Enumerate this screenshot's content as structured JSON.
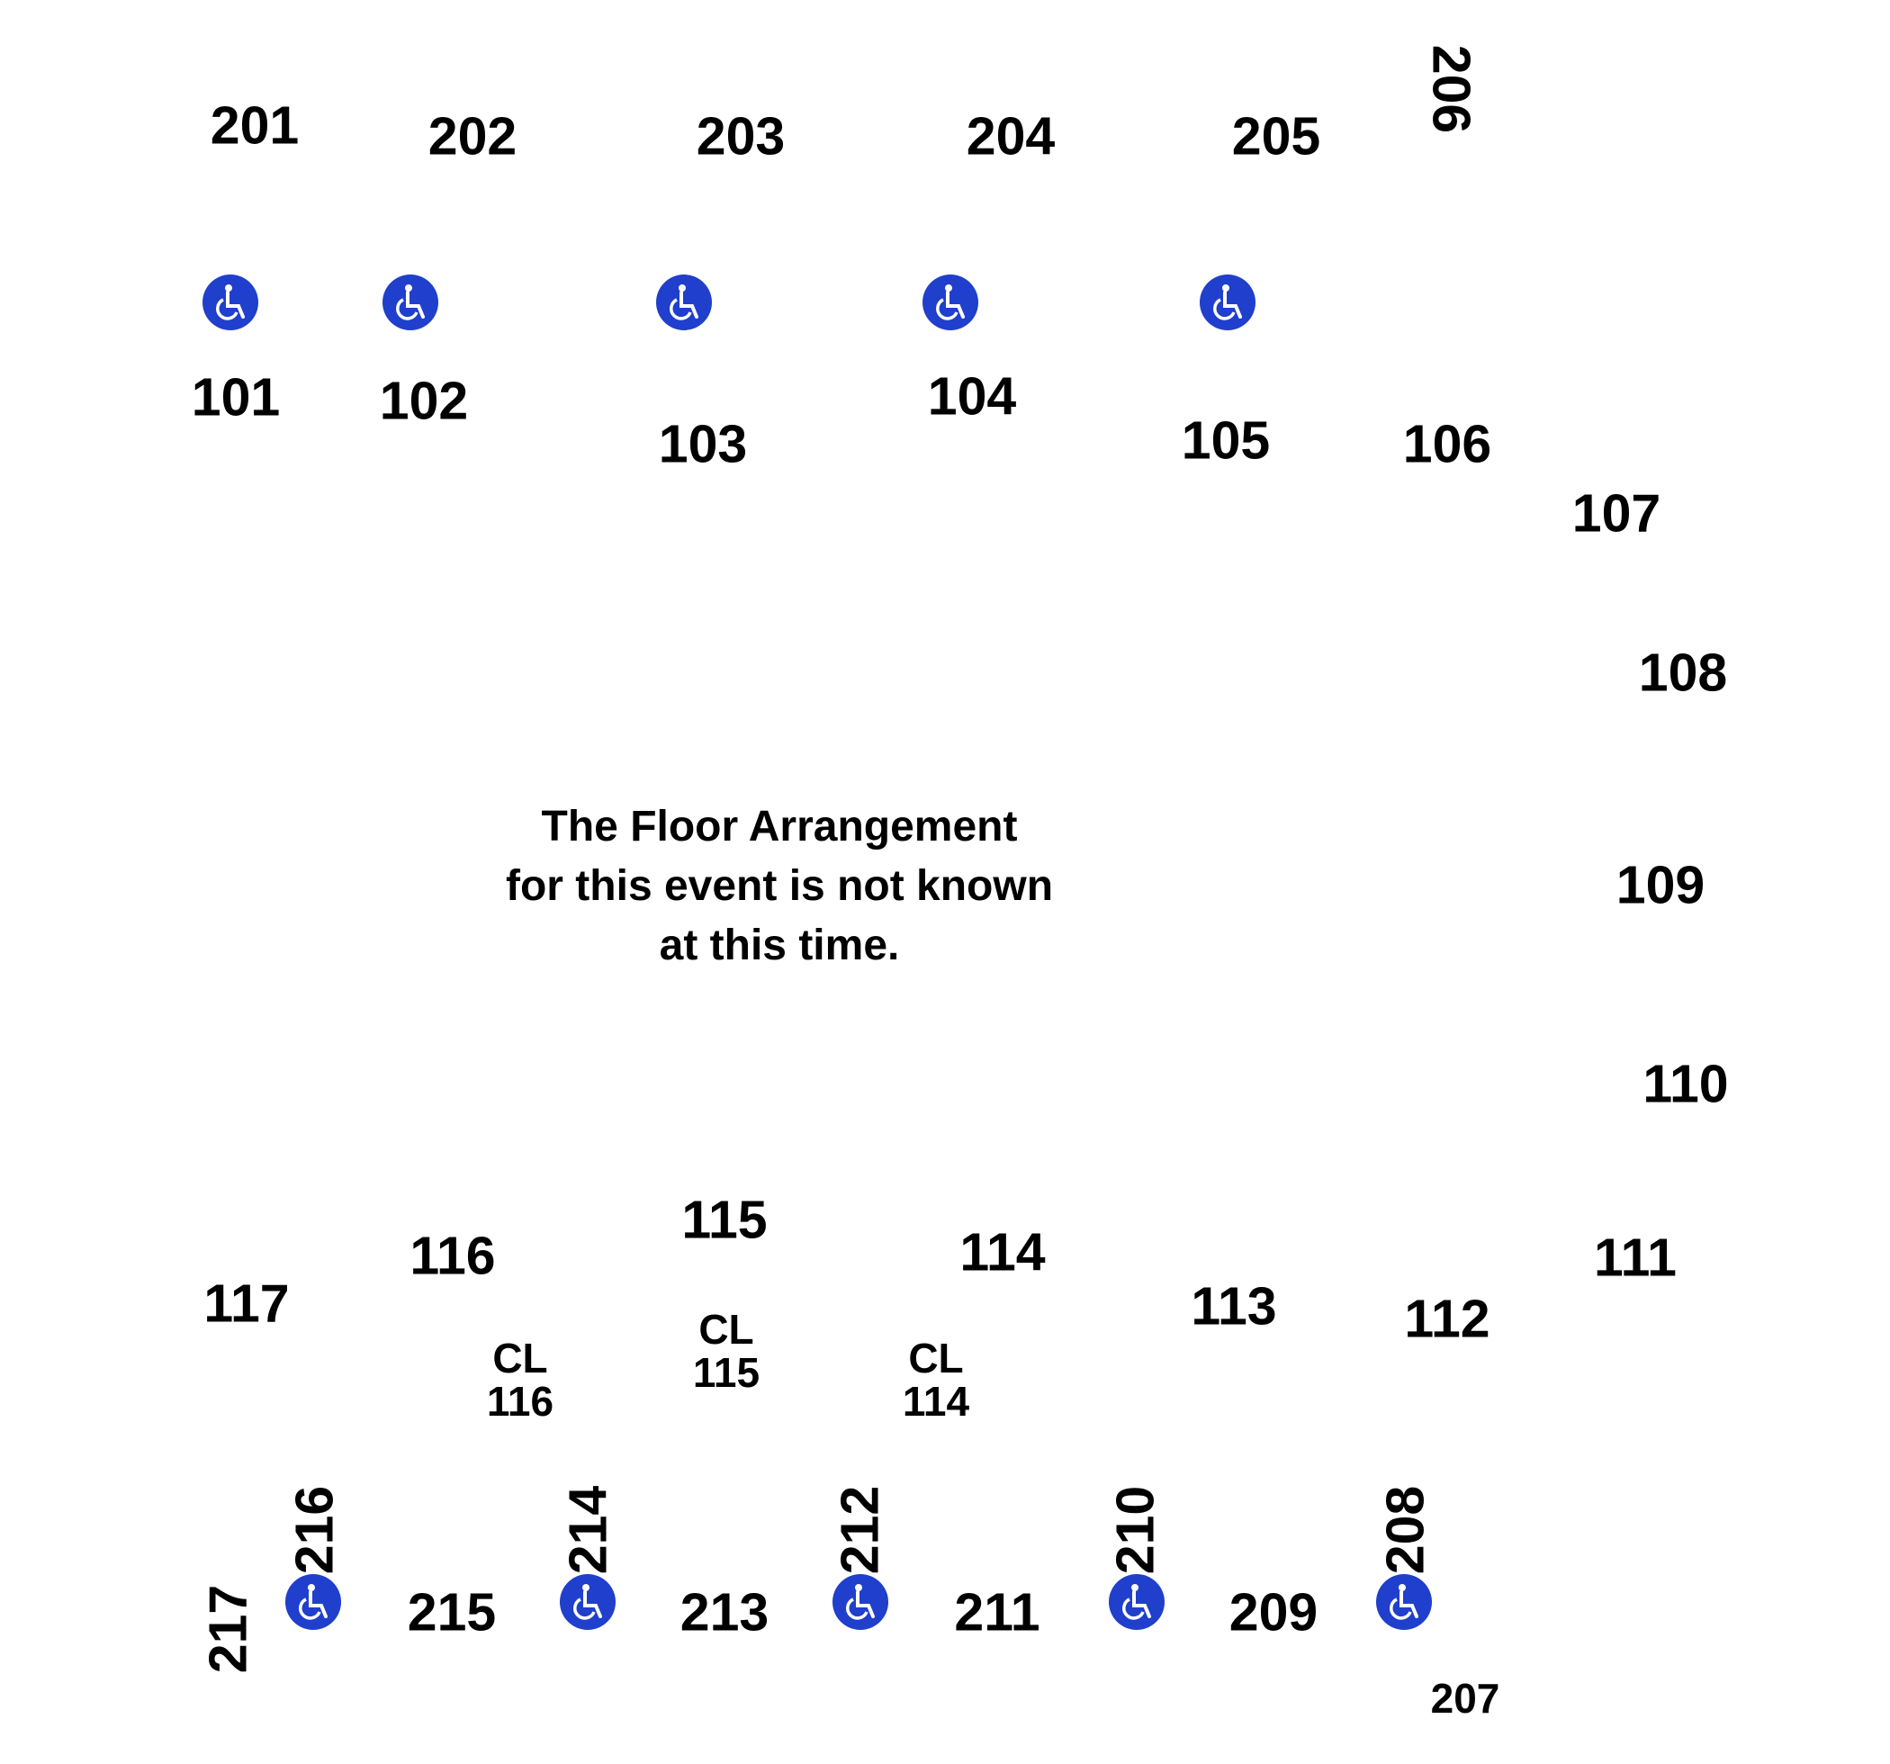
{
  "colors": {
    "accessible": "#1f3fcc",
    "background": "#ffffff",
    "text": "#000000"
  },
  "notice": [
    "The Floor Arrangement",
    "for this event is not known",
    "at this time."
  ],
  "sections_upper": [
    "201",
    "202",
    "203",
    "204",
    "205",
    "206",
    "207",
    "208",
    "209",
    "210",
    "211",
    "212",
    "213",
    "214",
    "215",
    "216",
    "217"
  ],
  "sections_lower": [
    "101",
    "102",
    "103",
    "104",
    "105",
    "106",
    "107",
    "108",
    "109",
    "110",
    "111",
    "112",
    "113",
    "114",
    "115",
    "116",
    "117"
  ],
  "club_sections": [
    {
      "prefix": "CL",
      "number": "116"
    },
    {
      "prefix": "CL",
      "number": "115"
    },
    {
      "prefix": "CL",
      "number": "114"
    }
  ],
  "accessible_icon": "wheelchair-icon"
}
